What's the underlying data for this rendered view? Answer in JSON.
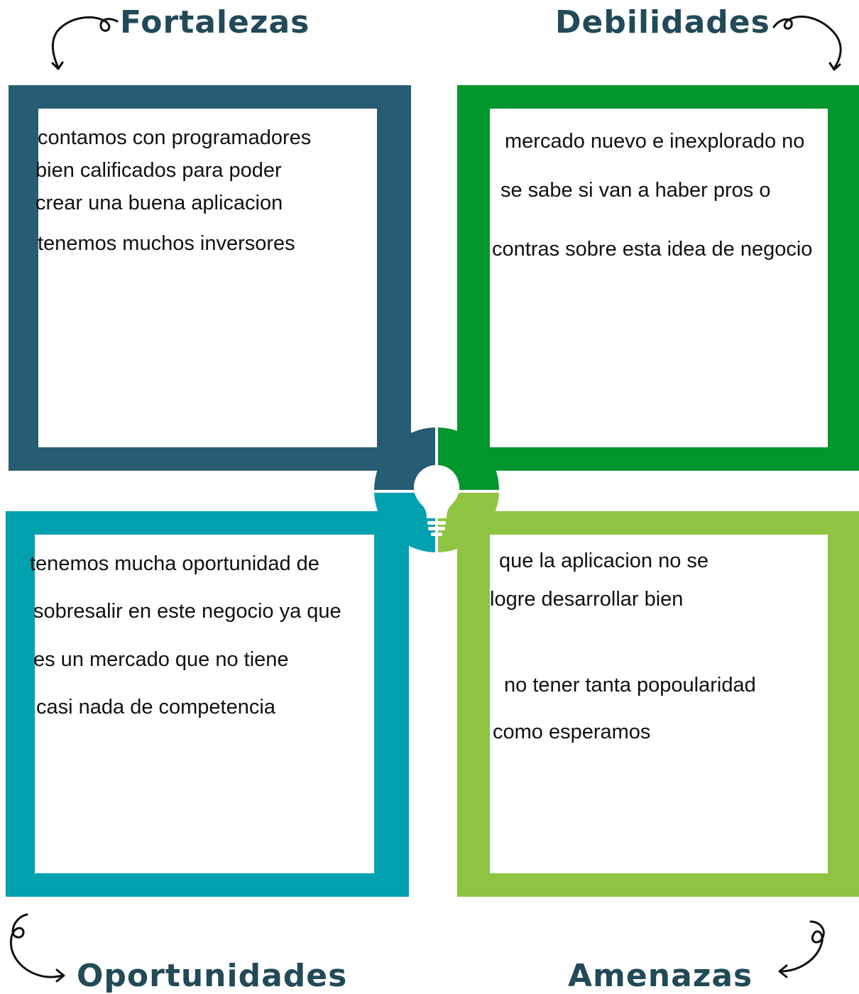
{
  "colors": {
    "fortalezas": "#275d73",
    "debilidades": "#03962c",
    "oportunidades": "#01a1b0",
    "amenazas": "#8fc442",
    "heading_text": "#224a58"
  },
  "quadrants": {
    "fortalezas": {
      "title": "Fortalezas",
      "lines": [
        "contamos con programadores",
        "bien calificados para poder",
        "crear una buena aplicacion",
        "tenemos muchos inversores"
      ]
    },
    "debilidades": {
      "title": "Debilidades",
      "lines": [
        "mercado nuevo e inexplorado no",
        "se sabe si van a haber pros o",
        "contras sobre esta idea de negocio"
      ]
    },
    "oportunidades": {
      "title": "Oportunidades",
      "lines": [
        "tenemos mucha oportunidad de",
        "sobresalir en este negocio ya que",
        "es un mercado que no tiene",
        "casi nada de competencia"
      ]
    },
    "amenazas": {
      "title": "Amenazas",
      "lines": [
        "que la aplicacion no se",
        "logre desarrollar bien",
        "no tener tanta popoularidad",
        "como esperamos"
      ]
    }
  },
  "icons": {
    "center": "lightbulb-icon",
    "arrows": [
      "curly-arrow-icon"
    ]
  }
}
